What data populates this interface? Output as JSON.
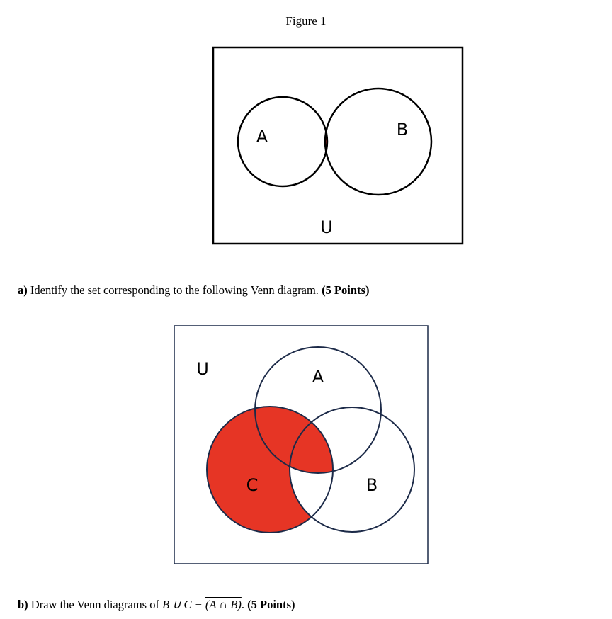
{
  "figure1": {
    "caption": "Figure 1",
    "label_a": "A",
    "label_b": "B",
    "label_u": "U",
    "shaded_color": "#d93b35"
  },
  "question_a": {
    "prefix": "a)",
    "text": "Identify the set corresponding to the following Venn diagram.",
    "points": "(5 Points)"
  },
  "figure2": {
    "label_u": "U",
    "label_a": "A",
    "label_b": "B",
    "label_c": "C",
    "shaded_color": "#e63525",
    "outline_color": "#1c2a48"
  },
  "question_b": {
    "prefix": "b)",
    "text_before": "Draw the Venn diagrams of",
    "expr_left": "B ∪ C −",
    "expr_over": "(A ∩ B)",
    "text_after": ".",
    "points": "(5 Points)"
  }
}
